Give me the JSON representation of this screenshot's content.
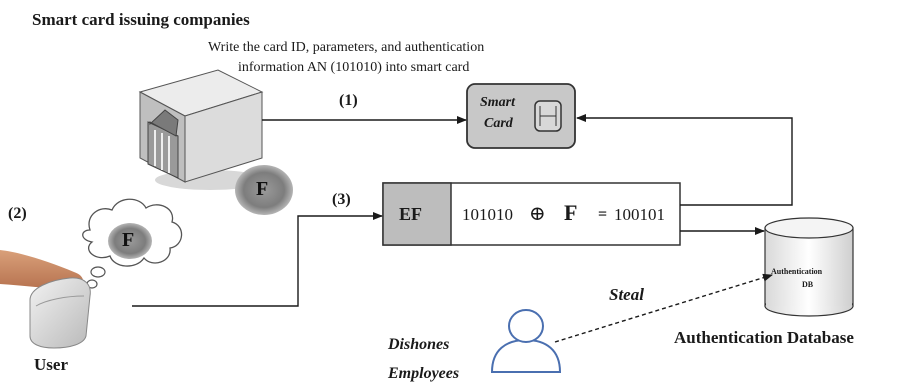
{
  "title": "Smart card issuing companies",
  "write_note": {
    "line1": "Write the card ID, parameters,  and  authentication",
    "line2": "information  AN (101010) into smart card"
  },
  "steps": {
    "step1": "(1)",
    "step2": "(2)",
    "step3": "(3)"
  },
  "smart_card": {
    "line1": "Smart",
    "line2": "Card"
  },
  "fingerprint_letter": "F",
  "ef_box": {
    "label": "EF",
    "an_value": "101010",
    "xor_symbol": "⊕",
    "f_symbol": "F",
    "equals": "=",
    "result": "100101"
  },
  "db": {
    "line1": "Authentication",
    "line2": "DB",
    "caption": "Authentication Database"
  },
  "user_label": "User",
  "steal_label": "Steal",
  "employee_label": {
    "line1": "Dishones",
    "line2": "Employees"
  },
  "colors": {
    "card_fill": "#c8c8c8",
    "ef_fill": "#bdbdbd",
    "line": "#1a1a1a",
    "person_stroke": "#4a6fb0"
  }
}
